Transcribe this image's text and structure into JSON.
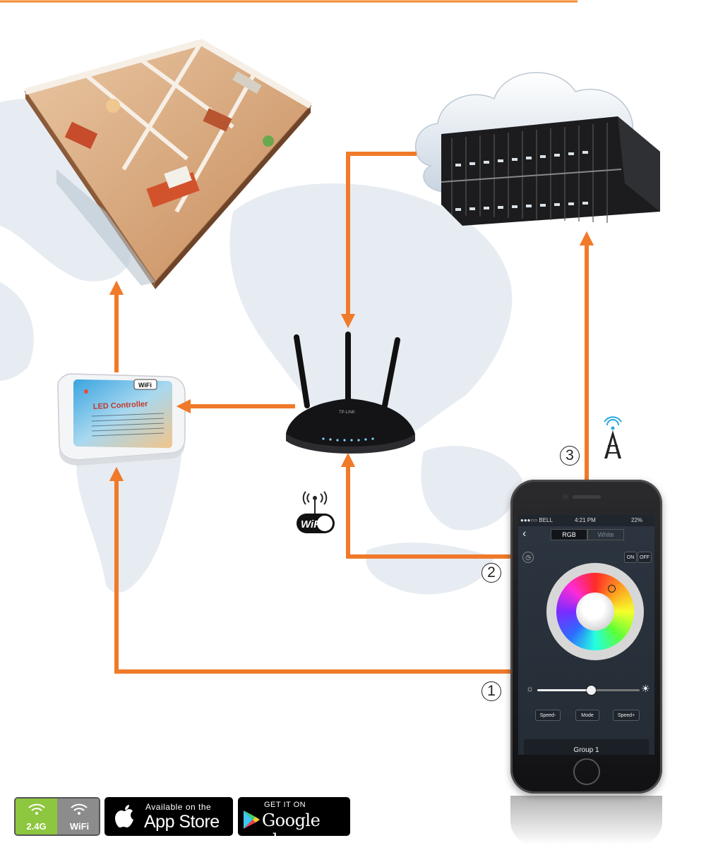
{
  "steps": [
    "1",
    "2",
    "3"
  ],
  "controller": {
    "wifi_badge": "WiFi",
    "title": "LED Controller"
  },
  "router": {
    "brand": "TP-LINK"
  },
  "wifi_signal_badge": "WiFi",
  "phone": {
    "status": {
      "carrier": "●●●○○ BELL",
      "time": "4:21 PM",
      "battery": "22%"
    },
    "tabs": [
      "RGB",
      "White"
    ],
    "on_label": "ON",
    "off_label": "OFF",
    "buttons": [
      "Speed-",
      "Mode",
      "Speed+"
    ],
    "group": "Group 1"
  },
  "badges": {
    "band": "2.4G",
    "wifi": "WiFi",
    "appstore_small": "Available on the",
    "appstore_big": "App Store",
    "google_small": "GET IT ON",
    "google_big": "Google play"
  },
  "colors": {
    "arrow": "#f07a2a",
    "top_rule": "#f28a2e",
    "badge_green": "#8dc63f"
  }
}
